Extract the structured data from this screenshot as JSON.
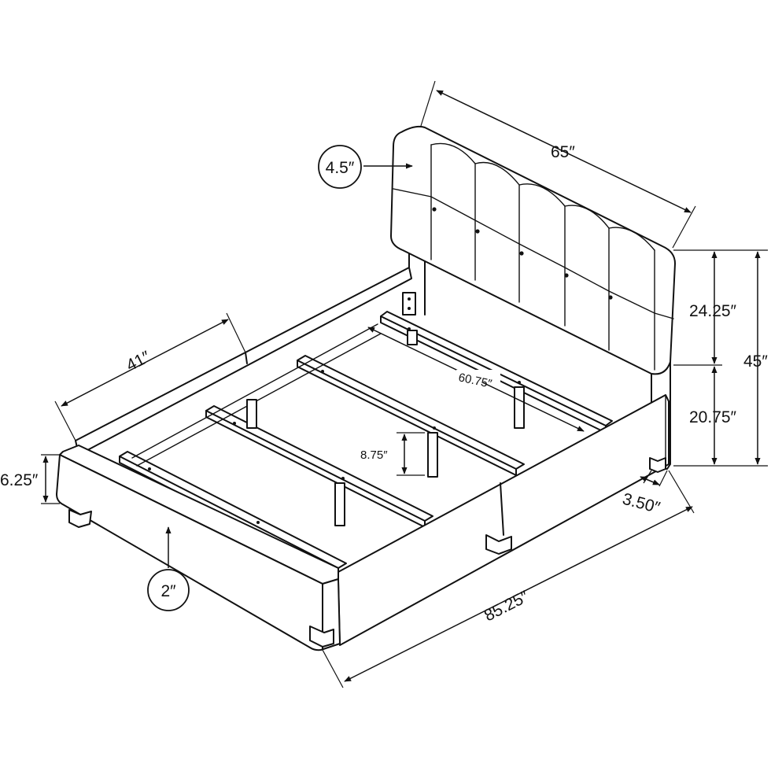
{
  "dimensions": {
    "headboard_width": "65″",
    "headboard_thickness": "4.5″",
    "headboard_panel_height": "24.25″",
    "headboard_lower_height": "20.75″",
    "overall_height": "45″",
    "leg_offset": "3.50″",
    "side_rail_height": "6.25″",
    "frame_width": "41″",
    "slat_length": "60.75″",
    "leg_height": "8.75″",
    "overall_length": "85.25″",
    "clearance": "2″"
  }
}
